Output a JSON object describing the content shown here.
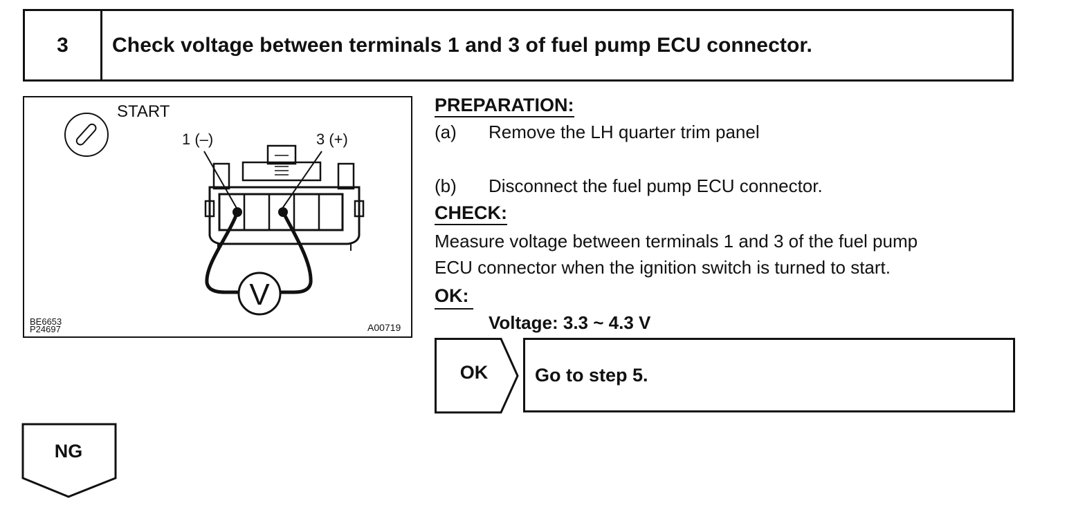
{
  "step": {
    "number": "3",
    "title": "Check voltage between terminals 1 and 3 of fuel pump ECU connector."
  },
  "figure": {
    "start_label": "START",
    "terminal_1_label": "1 (–)",
    "terminal_3_label": "3 (+)",
    "meter_label": "V",
    "code_left_1": "BE6653",
    "code_left_2": "P24697",
    "code_right": "A00719",
    "icons": [
      "ignition-key-icon",
      "connector-icon",
      "voltmeter-icon"
    ]
  },
  "preparation": {
    "heading": "PREPARATION:",
    "steps": [
      {
        "marker": "(a)",
        "text": "Remove the LH quarter trim panel"
      },
      {
        "marker": "(b)",
        "text": "Disconnect the fuel pump ECU connector."
      }
    ]
  },
  "check": {
    "heading": "CHECK:",
    "lines": [
      "Measure voltage between terminals 1 and 3 of the fuel pump",
      "ECU connector when the ignition switch is turned to start."
    ]
  },
  "ok_spec": {
    "heading": "OK:",
    "voltage": "Voltage: 3.3 ~ 4.3 V"
  },
  "result_ok": {
    "label": "OK",
    "text": "Go to step 5."
  },
  "result_ng": {
    "label": "NG"
  }
}
